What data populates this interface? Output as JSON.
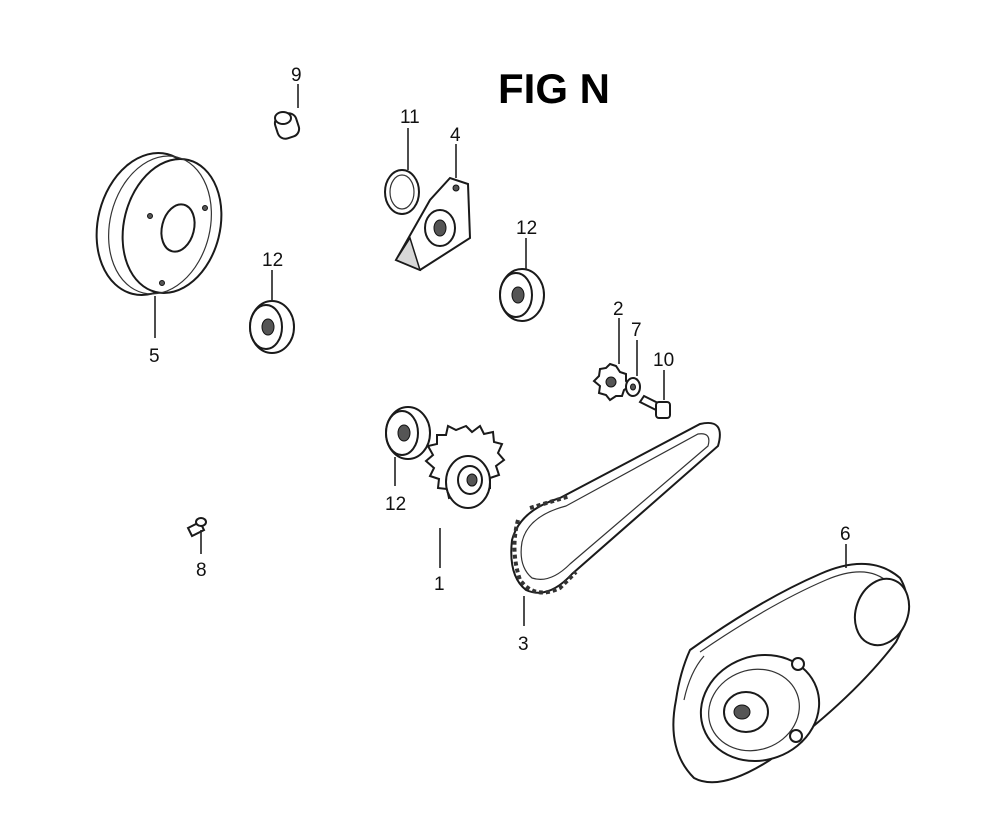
{
  "figure": {
    "title": "FIG N"
  },
  "callouts": [
    {
      "id": "c1",
      "label": "1"
    },
    {
      "id": "c2",
      "label": "2"
    },
    {
      "id": "c3",
      "label": "3"
    },
    {
      "id": "c4",
      "label": "4"
    },
    {
      "id": "c5",
      "label": "5"
    },
    {
      "id": "c6",
      "label": "6"
    },
    {
      "id": "c7",
      "label": "7"
    },
    {
      "id": "c8",
      "label": "8"
    },
    {
      "id": "c9",
      "label": "9"
    },
    {
      "id": "c10",
      "label": "10"
    },
    {
      "id": "c11",
      "label": "11"
    },
    {
      "id": "c12a",
      "label": "12"
    },
    {
      "id": "c12b",
      "label": "12"
    },
    {
      "id": "c12c",
      "label": "12"
    }
  ]
}
